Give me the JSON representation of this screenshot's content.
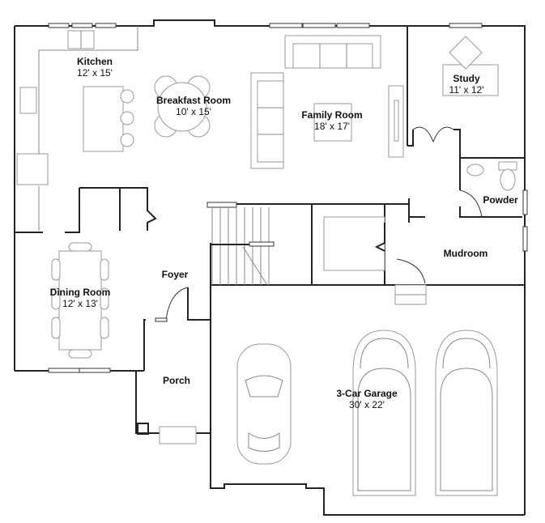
{
  "floorplan": {
    "rooms": [
      {
        "id": "kitchen",
        "name": "Kitchen",
        "dims": "12' x 15'"
      },
      {
        "id": "breakfast",
        "name": "Breakfast Room",
        "dims": "10' x 15'"
      },
      {
        "id": "family",
        "name": "Family Room",
        "dims": "18' x 17'"
      },
      {
        "id": "study",
        "name": "Study",
        "dims": "11' x 12'"
      },
      {
        "id": "powder",
        "name": "Powder",
        "dims": ""
      },
      {
        "id": "mudroom",
        "name": "Mudroom",
        "dims": ""
      },
      {
        "id": "foyer",
        "name": "Foyer",
        "dims": ""
      },
      {
        "id": "dining",
        "name": "Dining Room",
        "dims": "12' x 13'"
      },
      {
        "id": "porch",
        "name": "Porch",
        "dims": ""
      },
      {
        "id": "garage",
        "name": "3-Car Garage",
        "dims": "30' x 22'"
      }
    ],
    "colors": {
      "wall": "#222222",
      "fixture": "#9a9a9a",
      "background": "#ffffff"
    }
  }
}
